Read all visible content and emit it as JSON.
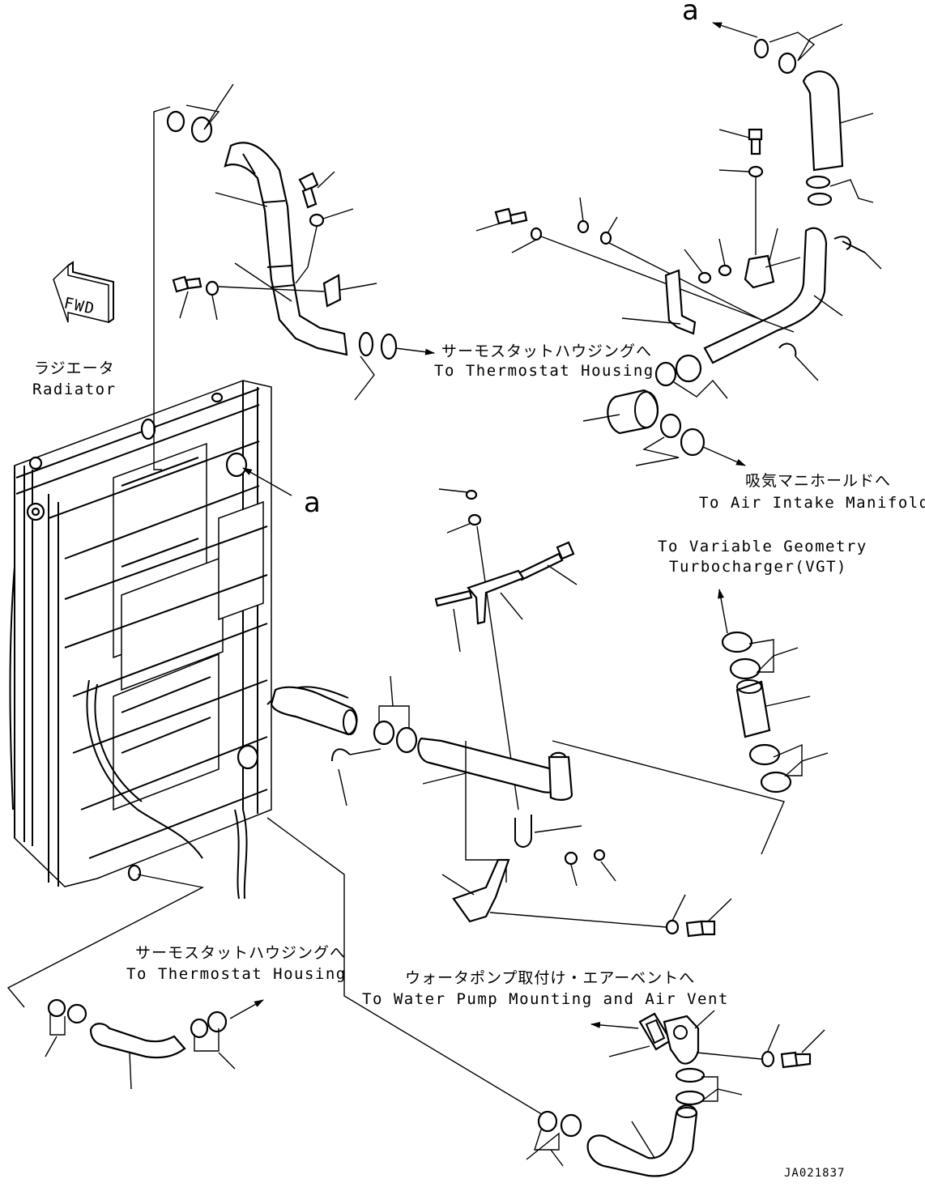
{
  "fwd": "FWD",
  "radiator": {
    "jp": "ラジエータ",
    "en": "Radiator"
  },
  "ref_a": "a",
  "thermostat_top": {
    "jp": "サーモスタットハウジングへ",
    "en": "To Thermostat Housing"
  },
  "air_intake": {
    "jp": "吸気マニホールドへ",
    "en": "To Air Intake Manifold"
  },
  "vgt": {
    "line1": "To Variable Geometry",
    "line2": "Turbocharger(VGT)"
  },
  "thermostat_bottom": {
    "jp": "サーモスタットハウジングへ",
    "en": "To Thermostat Housing"
  },
  "water_pump": {
    "jp": "ウォータポンプ取付け・エアーベントへ",
    "en": "To Water Pump Mounting and Air Vent"
  },
  "drawing_code": "JA021837"
}
